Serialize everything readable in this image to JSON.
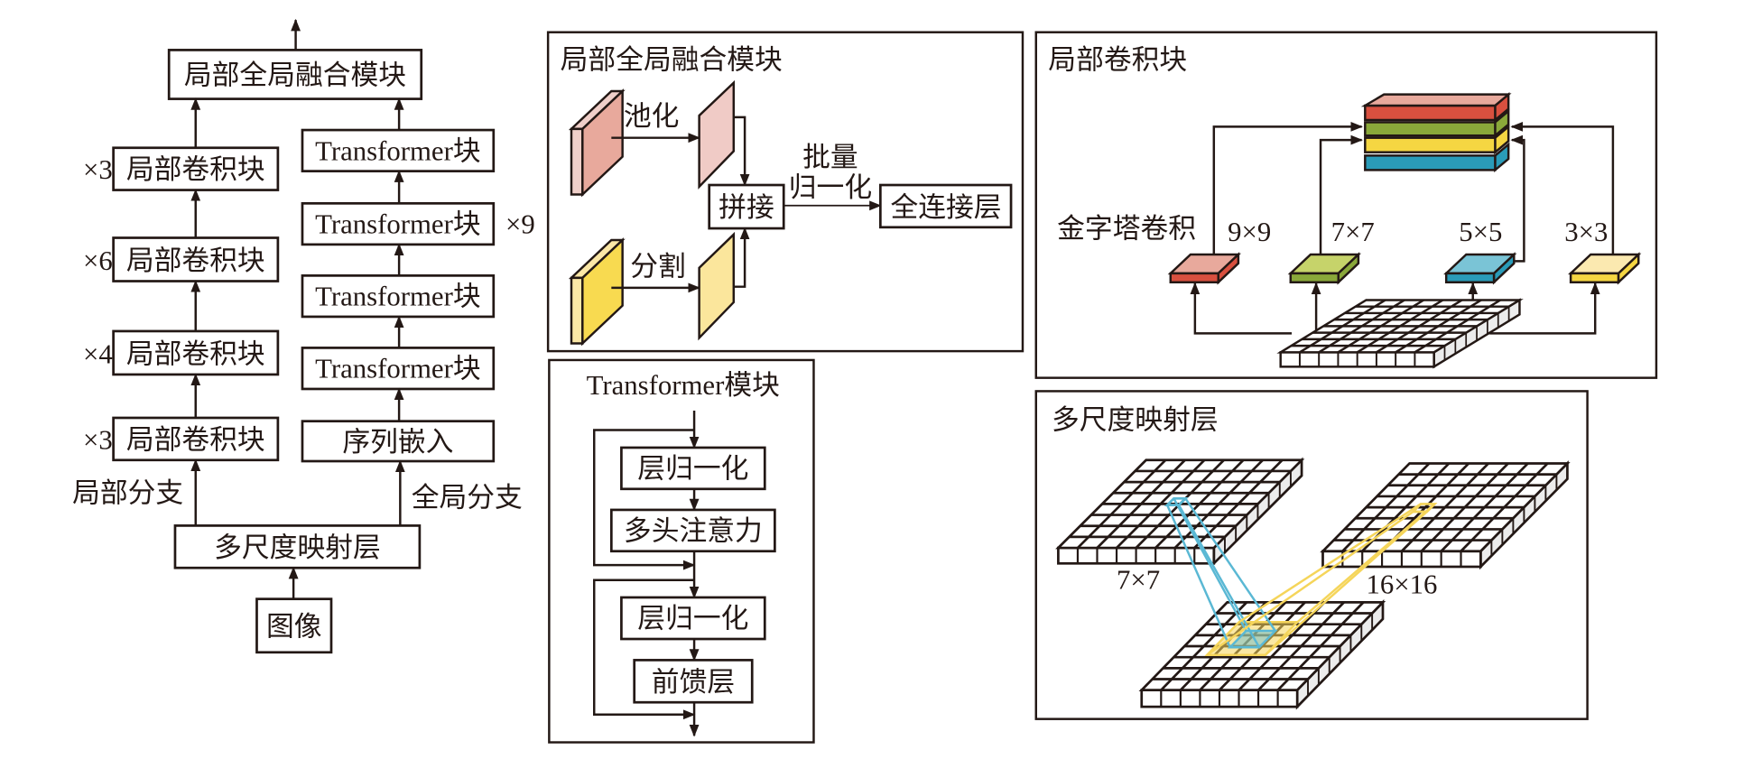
{
  "main_flow": {
    "fusion_module": "局部全局融合模块",
    "local_blocks": [
      {
        "label": "局部卷积块",
        "repeat": "×3"
      },
      {
        "label": "局部卷积块",
        "repeat": "×6"
      },
      {
        "label": "局部卷积块",
        "repeat": "×4"
      },
      {
        "label": "局部卷积块",
        "repeat": "×3"
      }
    ],
    "transformer_blocks": [
      "Transformer块",
      "Transformer块",
      "Transformer块",
      "Transformer块"
    ],
    "transformer_repeat": "×9",
    "sequence_embedding": "序列嵌入",
    "local_branch": "局部分支",
    "global_branch": "全局分支",
    "multi_scale_layer": "多尺度映射层",
    "image": "图像"
  },
  "fusion_panel": {
    "title": "局部全局融合模块",
    "pooling": "池化",
    "split": "分割",
    "concat": "拼接",
    "batch_norm_line1": "批量",
    "batch_norm_line2": "归一化",
    "fc_layer": "全连接层",
    "colors": {
      "pool_front": "#e8a99c",
      "pool_side": "#f0cfc9",
      "pool_map": "#f0cbc6",
      "split_front": "#f8da50",
      "split_side": "#fbe7a6",
      "split_map": "#fbe69c"
    }
  },
  "transformer_panel": {
    "title": "Transformer模块",
    "layer_norm_1": "层归一化",
    "attention": "多头注意力",
    "layer_norm_2": "层归一化",
    "feed_forward": "前馈层"
  },
  "local_conv_panel": {
    "title": "局部卷积块",
    "pyramid_conv": "金字塔卷积",
    "kernels": [
      {
        "size": "9×9",
        "top": "#e8a99c",
        "front": "#d9503f"
      },
      {
        "size": "7×7",
        "top": "#c6d36a",
        "front": "#8aa83a"
      },
      {
        "size": "5×5",
        "top": "#7ac4d6",
        "front": "#2a9bb8"
      },
      {
        "size": "3×3",
        "top": "#fbe9b0",
        "front": "#f5d642"
      }
    ],
    "stack_top": "#e8a99c"
  },
  "multi_scale_panel": {
    "title": "多尺度映射层",
    "small_patch": "7×7",
    "large_patch": "16×16",
    "colors": {
      "small": "#5ab8d4",
      "large": "#f5d55a"
    }
  }
}
